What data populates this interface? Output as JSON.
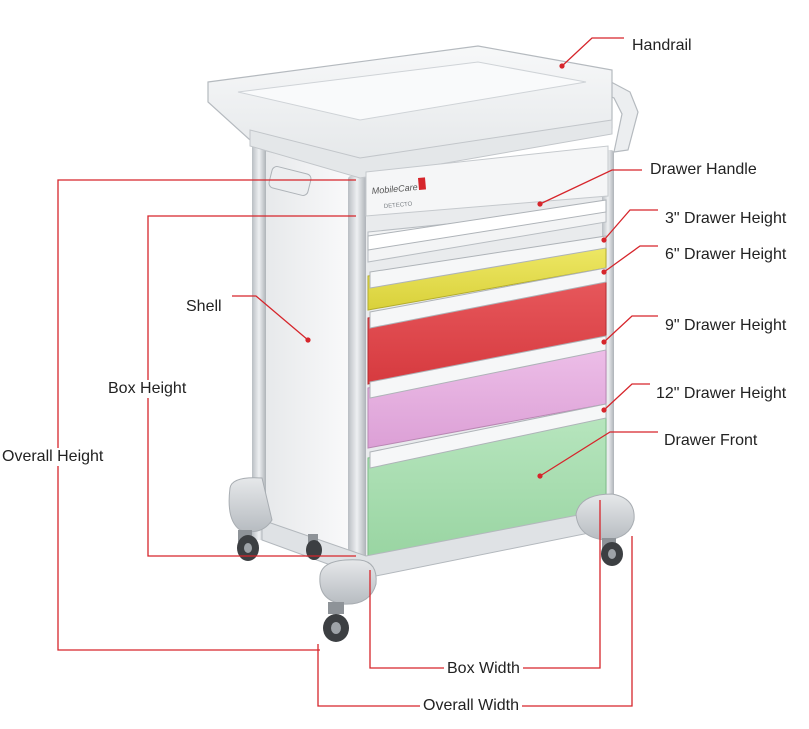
{
  "brand": {
    "logo_text": "MobileCare",
    "maker_text": "DETECTO"
  },
  "labels": {
    "handrail": "Handrail",
    "drawer_handle": "Drawer Handle",
    "drawer_3": "3\" Drawer Height",
    "drawer_6": "6\" Drawer Height",
    "drawer_9": "9\" Drawer Height",
    "drawer_12": "12\" Drawer Height",
    "drawer_front": "Drawer Front",
    "shell": "Shell",
    "box_height": "Box Height",
    "overall_height": "Overall Height",
    "box_width": "Box Width",
    "overall_width": "Overall Width"
  },
  "colors": {
    "leader_line": "#d6252b",
    "drawer_yellow": "#e9e14a",
    "drawer_red": "#e0454a",
    "drawer_pink": "#e6aee0",
    "drawer_green": "#a8deb0",
    "cart_white": "#f1f2f3",
    "frame_grey": "#c9cdd1"
  }
}
